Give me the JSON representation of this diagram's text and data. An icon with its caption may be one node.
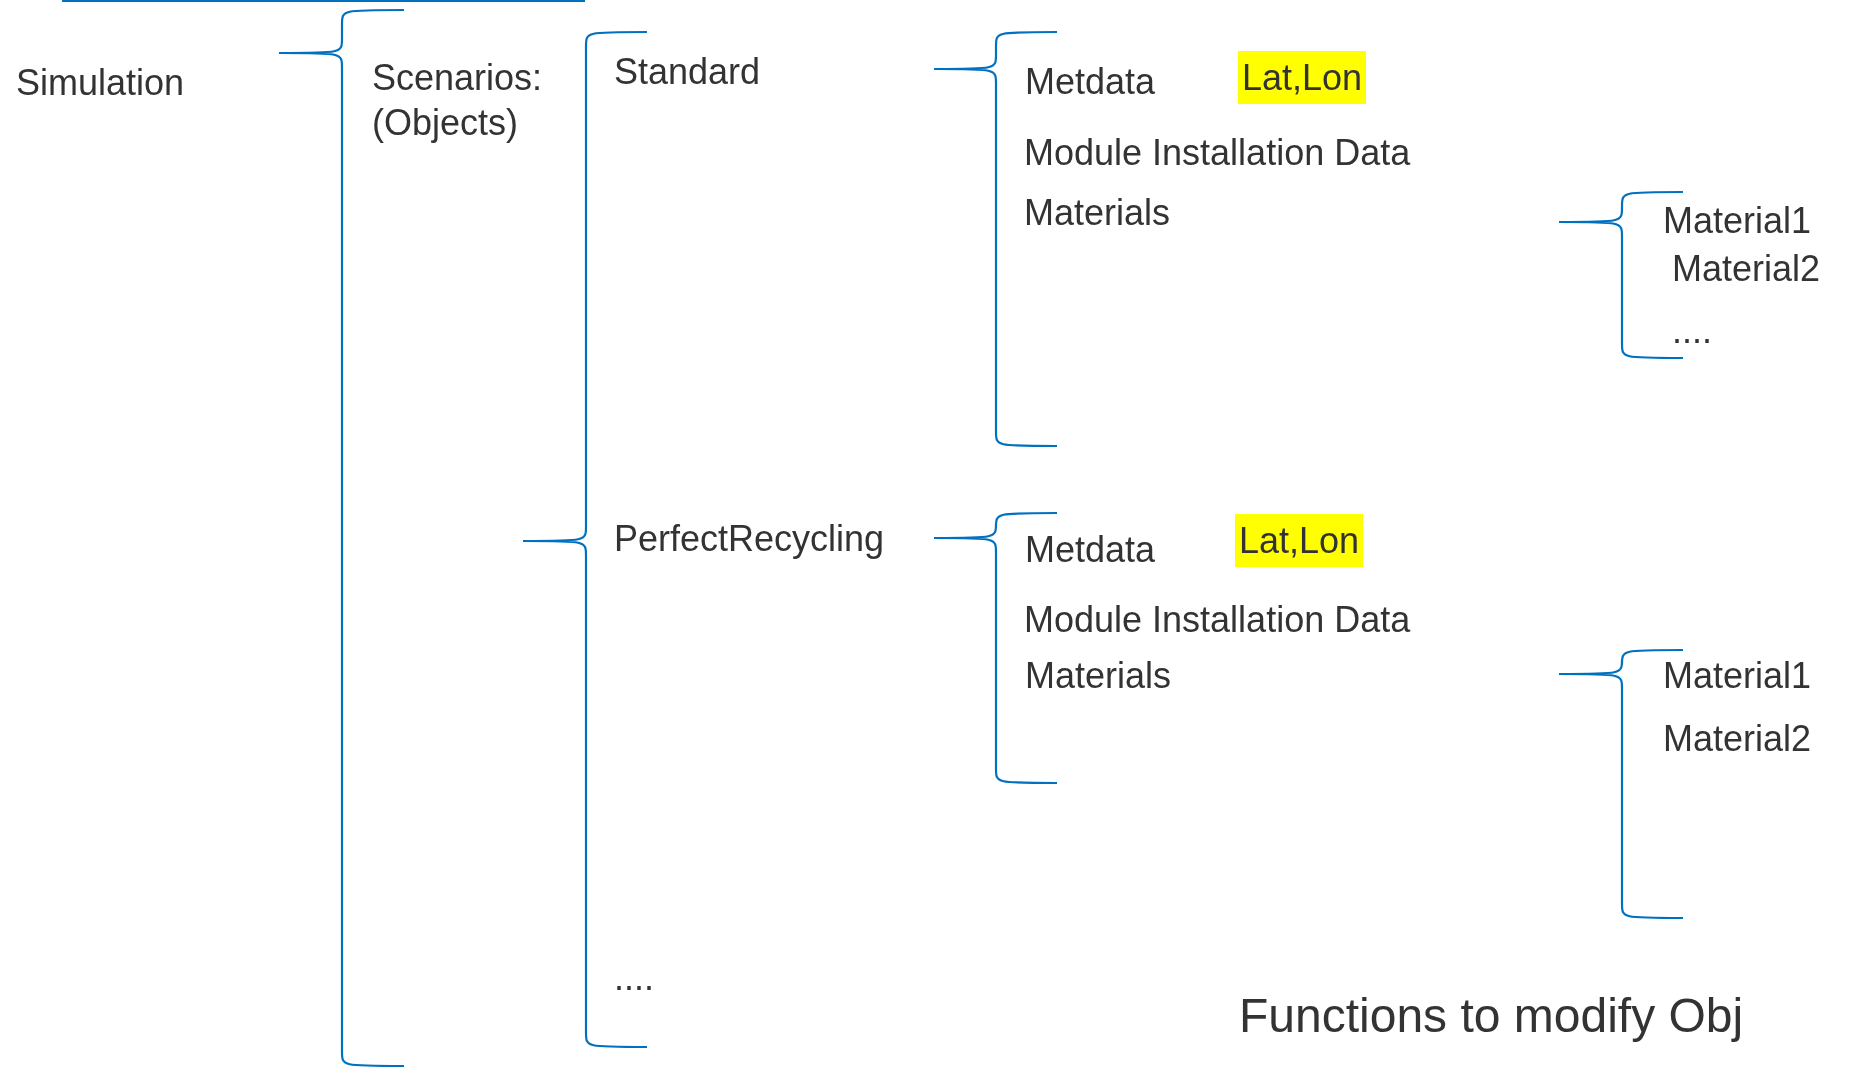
{
  "diagram": {
    "labels": [
      "Simulation",
      "Scenarios: (Objects)",
      "Standard",
      "Metdata",
      "Lat,Lon",
      "Module Installation Data",
      "Materials",
      "Material1",
      "Material2",
      "....",
      "PerfectRecycling",
      "Metdata",
      "Lat,Lon",
      "Module Installation Data",
      "Materials",
      "Material1",
      "Material2",
      "....",
      "Functions to modify Obj"
    ]
  }
}
